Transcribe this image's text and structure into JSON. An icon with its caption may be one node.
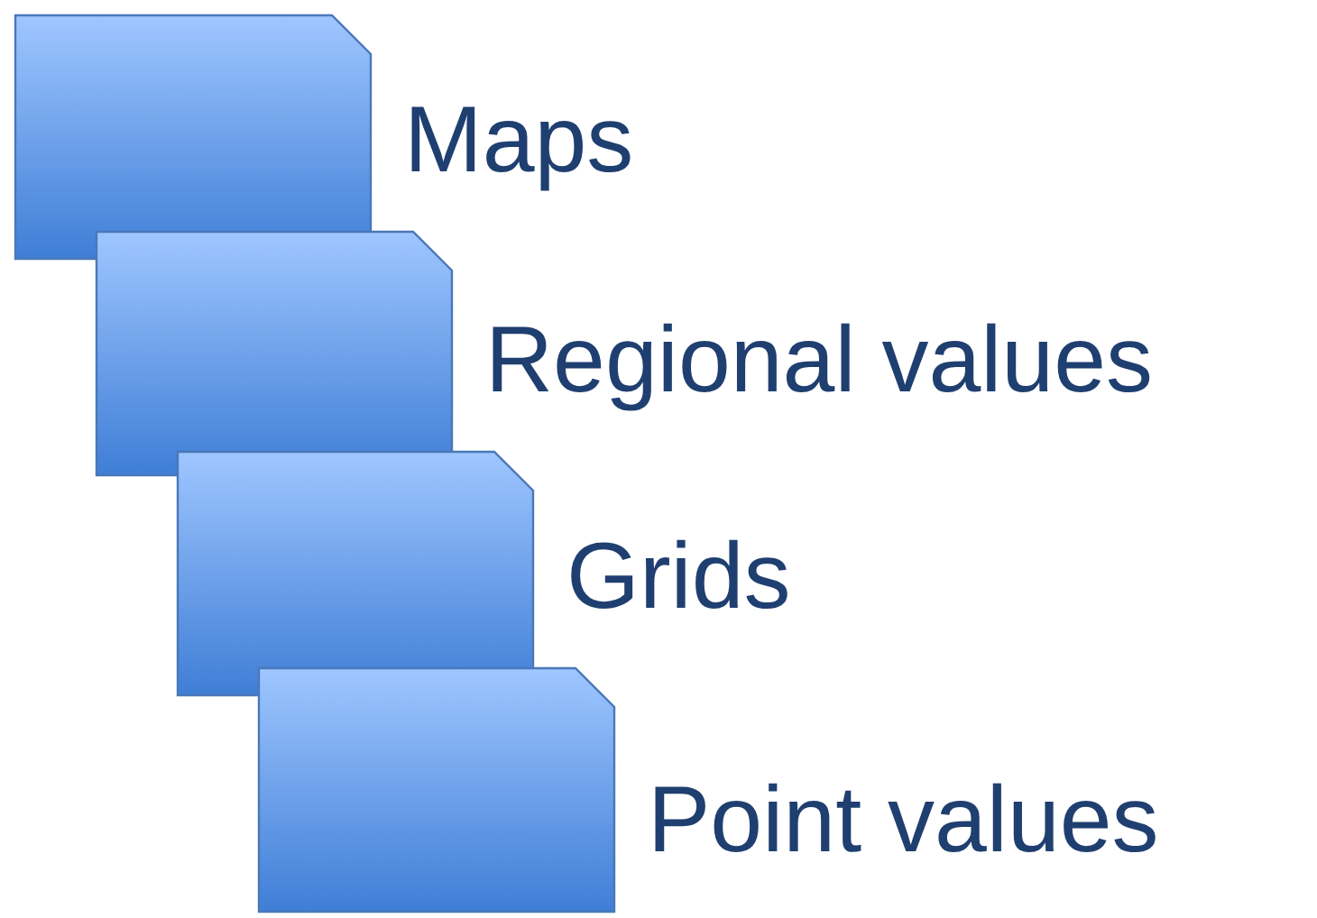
{
  "diagram": {
    "nodes": [
      {
        "text": [
          "Maps"
        ]
      },
      {
        "text": [
          "Regional values"
        ]
      },
      {
        "text": [
          "Grids"
        ]
      },
      {
        "text": [
          "Point values"
        ]
      }
    ]
  }
}
